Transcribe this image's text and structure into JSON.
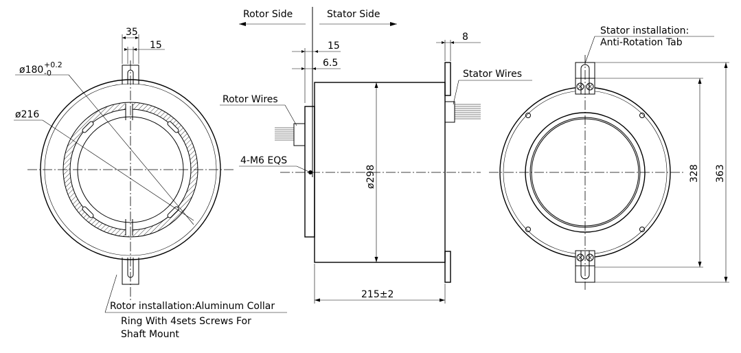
{
  "labels": {
    "rotor_side": "Rotor Side",
    "stator_side": "Stator Side",
    "dim_35": "35",
    "dim_15_left": "15",
    "dim_d180_base": "ø180",
    "dim_d180_upper": "+0.2",
    "dim_d180_lower": "-0",
    "dim_d216": "ø216",
    "dim_15_mid": "15",
    "dim_6_5": "6.5",
    "dim_8": "8",
    "rotor_wires": "Rotor Wires",
    "stator_wires": "Stator Wires",
    "m6": "4-M6 EQS",
    "dim_d298": "ø298",
    "dim_215": "215±2",
    "dim_328": "328",
    "dim_363": "363",
    "stator_install_1": "Stator installation:",
    "stator_install_2": "Anti-Rotation Tab",
    "rotor_install_1": "Rotor installation:Aluminum Collar",
    "rotor_install_2": "Ring With 4sets Screws For",
    "rotor_install_3": "Shaft Mount"
  }
}
